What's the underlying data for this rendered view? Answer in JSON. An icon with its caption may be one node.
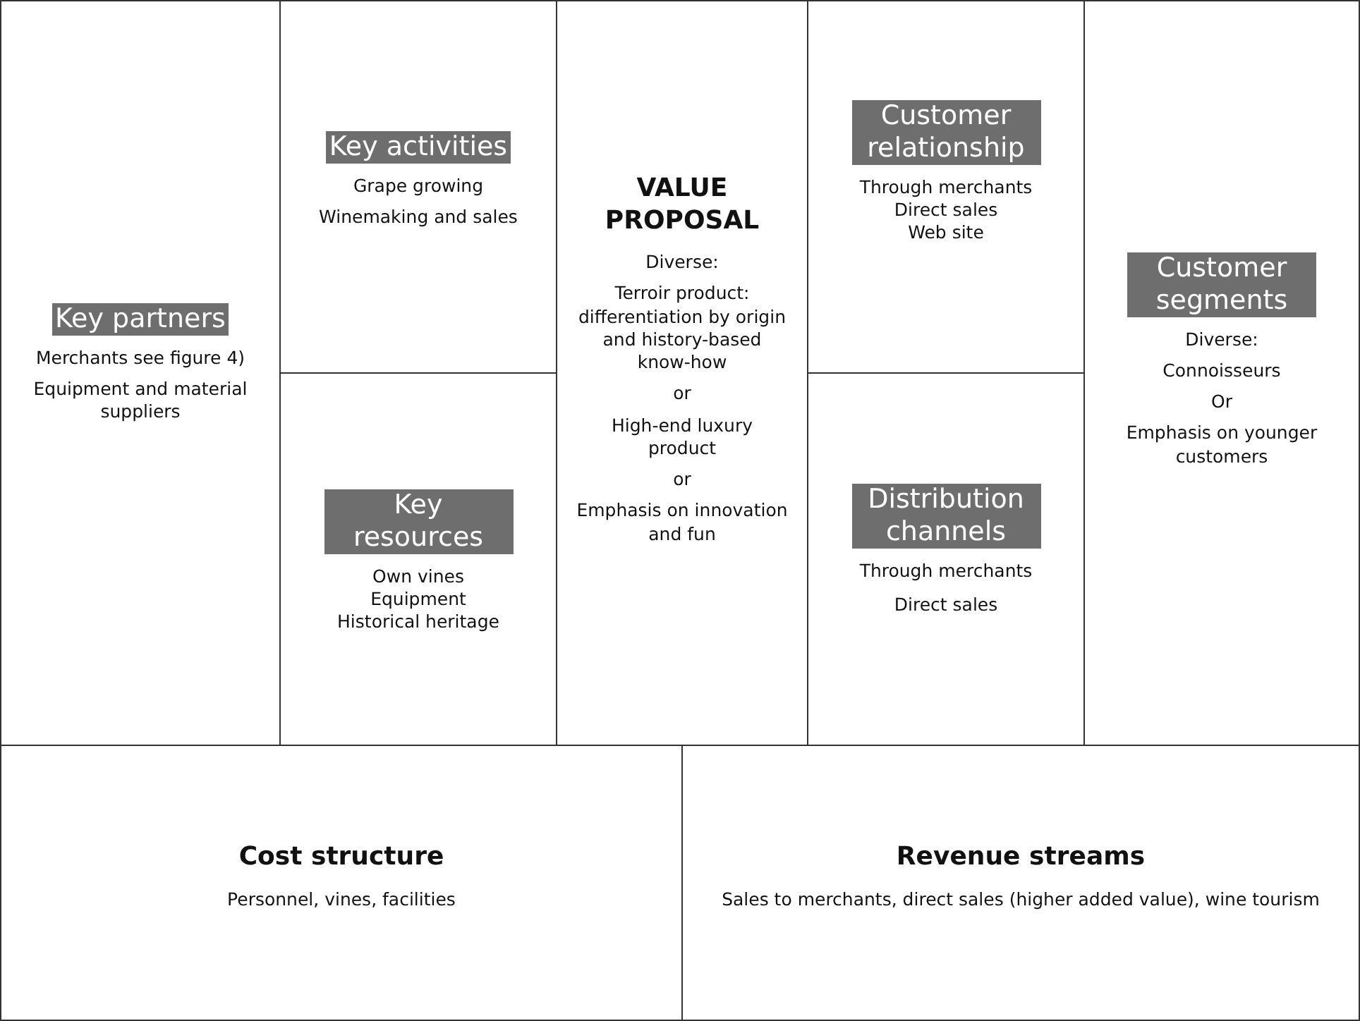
{
  "diagram": {
    "nodes": [
      {
        "text": [
          "Key partners",
          "Merchants see figure 4)",
          "Equipment and material suppliers"
        ]
      },
      {
        "text": [
          "Key activities",
          "Grape growing",
          "Winemaking and sales"
        ]
      },
      {
        "text": [
          "VALUE PROPOSAL",
          "Diverse:",
          "Terroir product: differentiation by origin and history-based know-how",
          "or",
          "High-end luxury product",
          "or",
          "Emphasis on innovation and fun"
        ]
      },
      {
        "text": [
          "Customer relationship",
          "Through merchants",
          "Direct sales",
          "Web site"
        ]
      },
      {
        "text": [
          "Customer segments",
          "Diverse:",
          "Connoisseurs",
          "Or",
          "Emphasis on younger customers"
        ]
      },
      {
        "text": [
          "Key resources",
          "Own vines",
          "Equipment",
          "Historical heritage"
        ]
      },
      {
        "text": [
          "Distribution channels",
          "Through merchants",
          "Direct sales"
        ]
      },
      {
        "text": [
          "Cost structure",
          "Personnel, vines, facilities"
        ]
      },
      {
        "text": [
          "Revenue streams",
          "Sales to merchants, direct sales (higher added value), wine tourism"
        ]
      }
    ]
  }
}
